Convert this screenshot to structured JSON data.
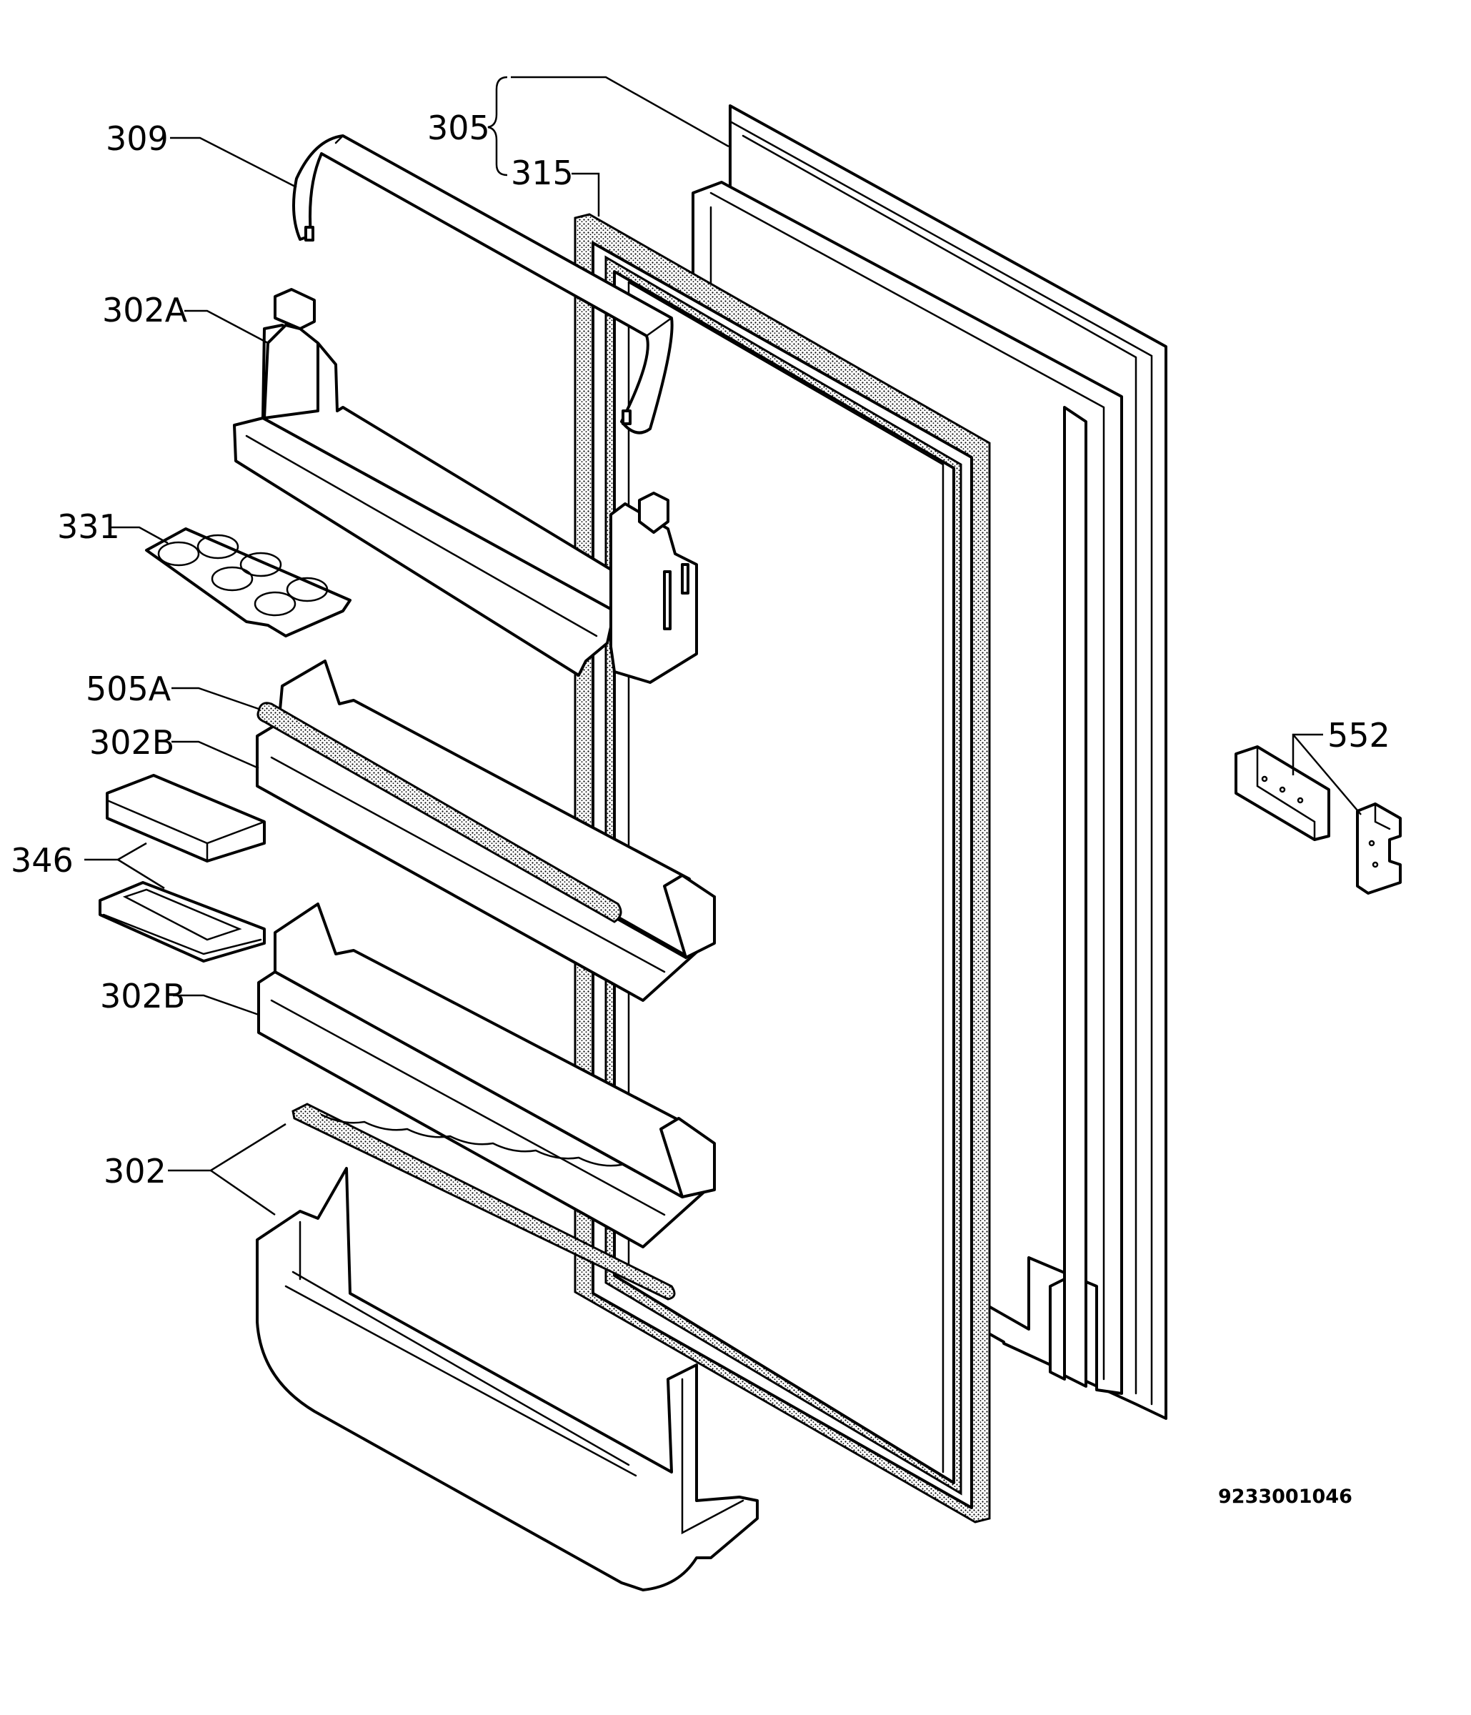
{
  "labels": {
    "p305": "305",
    "p315": "315",
    "p309": "309",
    "p302a": "302A",
    "p331": "331",
    "p505a": "505A",
    "p302b_upper": "302B",
    "p346": "346",
    "p302b_lower": "302B",
    "p302": "302",
    "p552": "552"
  },
  "drawing_number": "9233001046"
}
